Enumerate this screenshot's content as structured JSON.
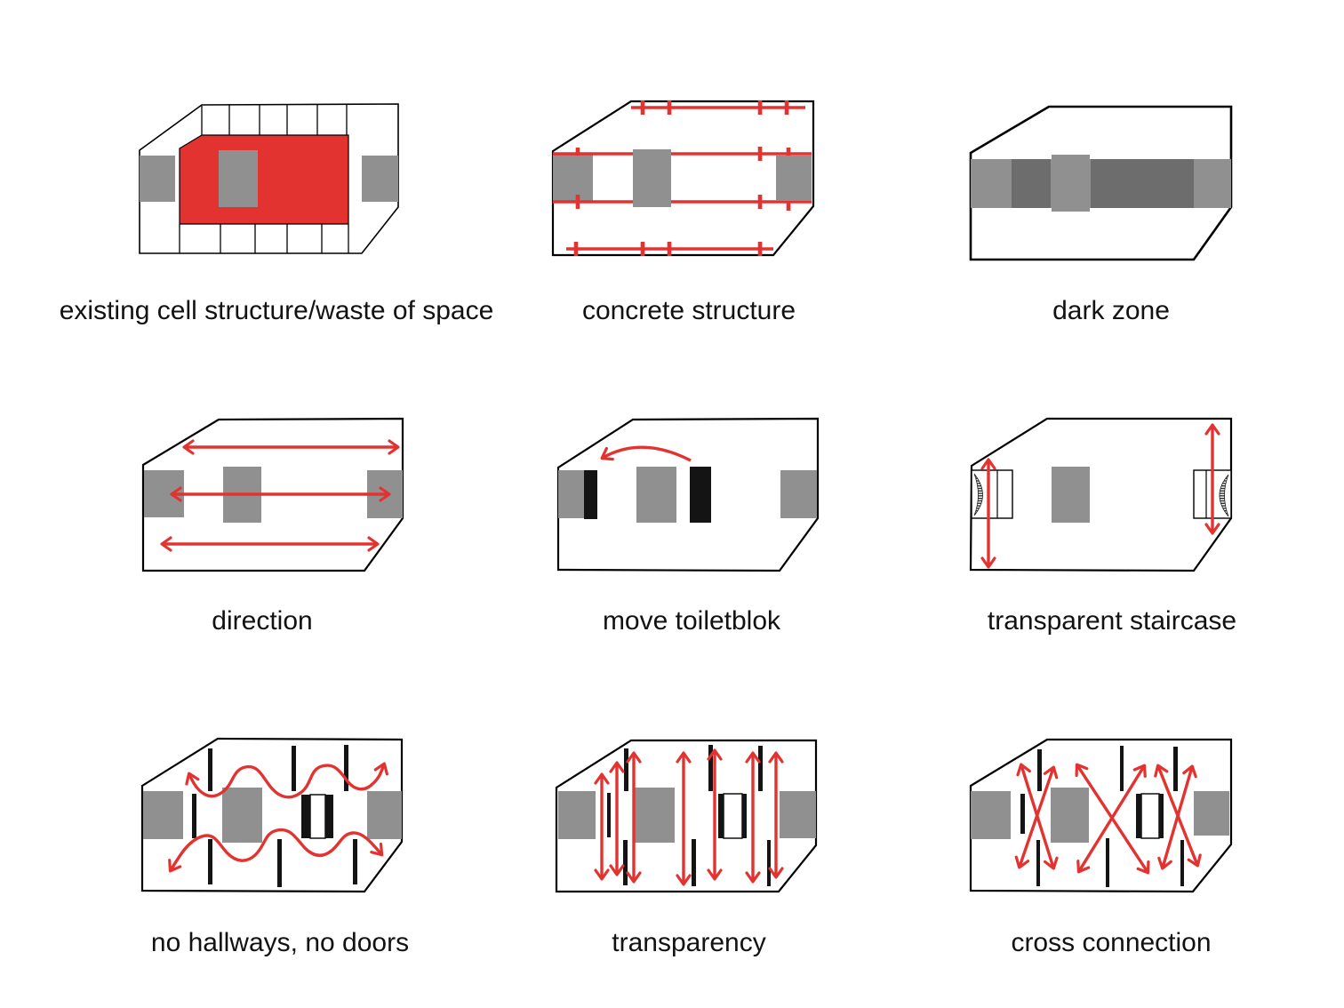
{
  "page": {
    "background": "#ffffff",
    "description_visible_text_only": true
  },
  "colors": {
    "background": "#ffffff",
    "outline": "#000000",
    "red": "#e23330",
    "grey": "#909090",
    "dark_grey": "#6d6d6d",
    "bar_black": "#141414"
  },
  "panels": [
    {
      "caption": "existing cell structure/waste of space"
    },
    {
      "caption": "concrete structure"
    },
    {
      "caption": "dark zone"
    },
    {
      "caption": "direction"
    },
    {
      "caption": "move toiletblok"
    },
    {
      "caption": "transparent staircase"
    },
    {
      "caption": "no hallways, no doors"
    },
    {
      "caption": "transparency"
    },
    {
      "caption": "cross connection"
    }
  ]
}
